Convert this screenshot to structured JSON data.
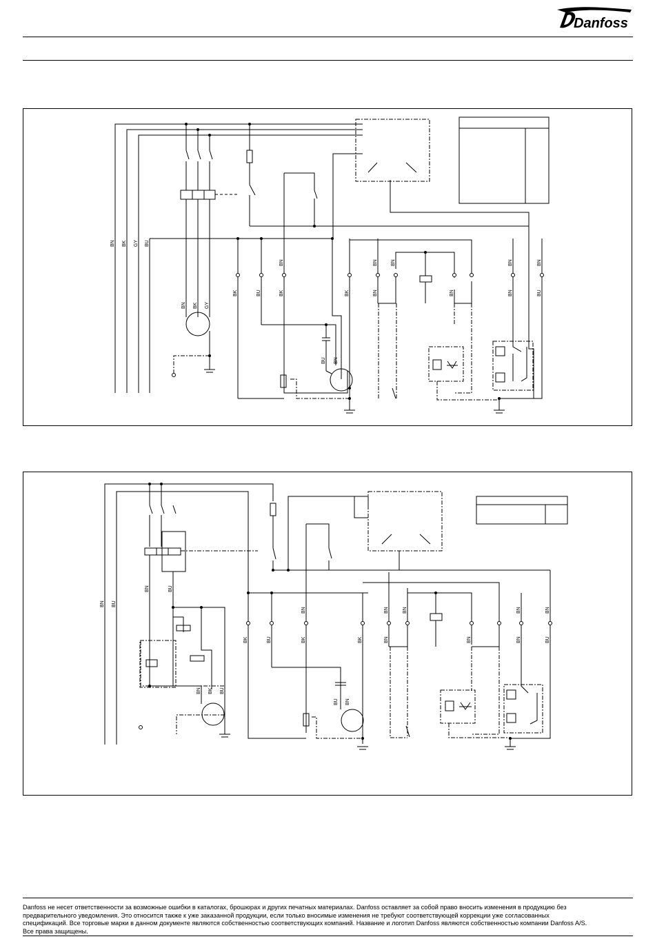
{
  "header": {
    "brand": "Danfoss",
    "logo_icon": "danfoss-script-logo"
  },
  "diagram1": {
    "wire_colors_supply": [
      "BN",
      "BK",
      "GY",
      "BU"
    ],
    "wire_colors_motor": [
      "BN",
      "BK",
      "GY"
    ],
    "wire_colors_lower_row": [
      "BK",
      "BU",
      "BK",
      "BK",
      "BN",
      "BN",
      "BN",
      "BU"
    ],
    "wire_colors_upper_row": [
      "BN",
      "BN",
      "BN",
      "BN",
      "BN"
    ],
    "wire_colors_fan": [
      "BU",
      "BN"
    ]
  },
  "diagram2": {
    "wire_colors_supply": [
      "BN",
      "BU"
    ],
    "wire_colors_top": [
      "BN",
      "BU"
    ],
    "wire_colors_motor": [
      "BN",
      "BK",
      "BU"
    ],
    "wire_colors_lower_row": [
      "BK",
      "BU",
      "BK",
      "BK",
      "BN",
      "BN",
      "BN",
      "BU"
    ],
    "wire_colors_upper_row": [
      "BN",
      "BN",
      "BN",
      "BN",
      "BN"
    ],
    "wire_colors_fan": [
      "BU",
      "BN"
    ]
  },
  "footer": {
    "disclaimer_line1": "Danfoss не несет ответственности за возможные ошибки в каталогах, брошюрах и других печатных материалах. Danfoss оставляет за собой право вносить изменения в продукцию без",
    "disclaimer_line2": "предварительного уведомления. Это относится также к уже заказанной продукции, если только вносимые изменения не требуют соответствующей коррекции уже согласованных",
    "disclaimer_line3": "спецификаций. Все торговые марки в данном документе являются собственностью соответствующих компаний. Название и логотип Danfoss являются собственностью компании Danfoss A/S.",
    "disclaimer_line4": "Все права защищены."
  }
}
